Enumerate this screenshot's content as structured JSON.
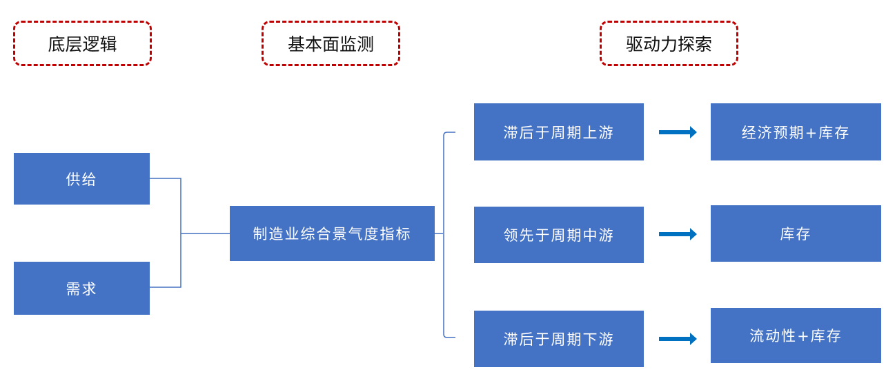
{
  "headers": {
    "logic": "底层逻辑",
    "monitor": "基本面监测",
    "driver": "驱动力探索"
  },
  "logic": {
    "supply": "供给",
    "demand": "需求"
  },
  "indicator": "制造业综合景气度指标",
  "stages": [
    {
      "label": "滞后于周期上游",
      "driver": "经济预期+库存"
    },
    {
      "label": "领先于周期中游",
      "driver": "库存"
    },
    {
      "label": "滞后于周期下游",
      "driver": "流动性+库存"
    }
  ],
  "colors": {
    "box": "#4472c4",
    "dash": "#c00000",
    "arrow": "#0070c0"
  }
}
